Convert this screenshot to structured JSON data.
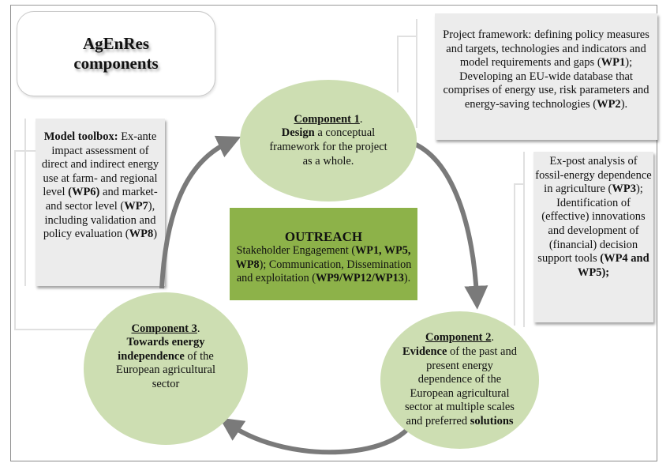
{
  "title": {
    "line1": "AgEnRes",
    "line2": "components"
  },
  "colors": {
    "ellipse_fill": "#cddeb2",
    "outreach_fill": "#8db249",
    "side_box_fill": "#ececec",
    "arrow": "#7a7a7a"
  },
  "components": [
    {
      "heading": "Component 1",
      "heading_suffix": ".",
      "bold_lead": "Design",
      "text": " a conceptual framework for the project as a whole.",
      "bold_tail": ""
    },
    {
      "heading": "Component 2",
      "heading_suffix": ".",
      "bold_lead": "Evidence",
      "text": " of the past and present energy dependence of the European agricultural sector at multiple scales and preferred ",
      "bold_tail": "solutions"
    },
    {
      "heading": "Component 3",
      "heading_suffix": ".",
      "bold_lead": "Towards energy independence",
      "text": " of the European agricultural sector",
      "bold_tail": ""
    }
  ],
  "outreach": {
    "title": "OUTREACH",
    "t1": "Stakeholder Engagement (",
    "b1": "WP1, WP5, WP8",
    "t2": "); Communication, Dissemination and exploitation (",
    "b2": "WP9/WP12/WP13",
    "t3": ")."
  },
  "side_boxes": {
    "framework": {
      "t1": "Project framework: defining policy measures and targets, technologies and indicators and model requirements and gaps (",
      "b1": "WP1",
      "t2": "); Developing an EU-wide database that comprises of energy use, risk parameters and energy-saving technologies (",
      "b2": "WP2",
      "t3": ")."
    },
    "expost": {
      "t1": "Ex-post analysis of fossil-energy dependence in agriculture (",
      "b1": "WP3",
      "t2": "); Identification of (effective) innovations and development of (financial) decision support tools ",
      "b2": "(WP4 and WP5);"
    },
    "toolbox": {
      "b0": "Model toolbox:",
      "t1": " Ex-ante impact assessment of",
      "t2": "direct and indirect energy use at farm- and regional level ",
      "b1": "(WP6)",
      "t3": " and market- and sector level (",
      "b2": "WP7",
      "t4": "), including validation and policy evaluation (",
      "b3": "WP8",
      "t5": ")"
    }
  }
}
